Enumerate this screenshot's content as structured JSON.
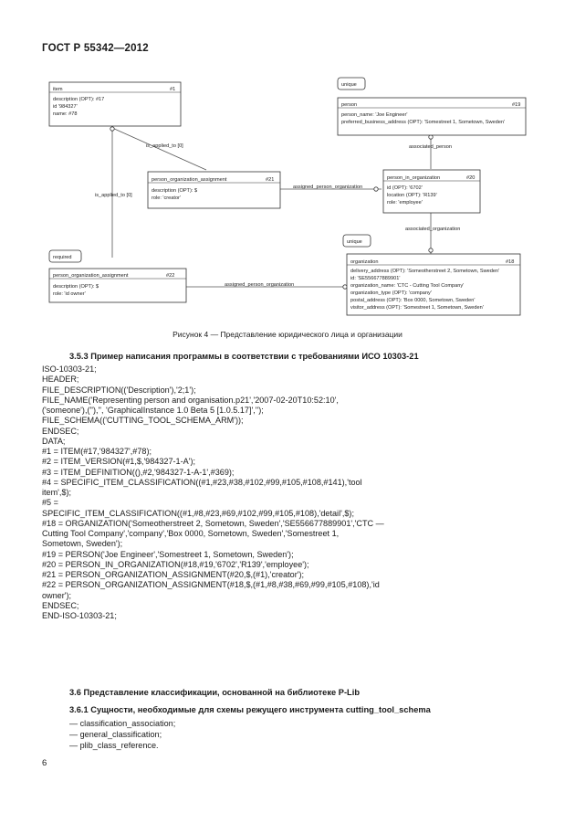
{
  "header": "ГОСТ Р 55342—2012",
  "diagram": {
    "item": {
      "name": "item",
      "id": "#1",
      "attrs": [
        "description (OPT): #17",
        "id '984327'",
        "name: #78"
      ]
    },
    "poa_top": {
      "name": "person_organization_assignment",
      "id": "#21",
      "attrs": [
        "description (OPT): $",
        "role: 'creator'"
      ]
    },
    "poa_bottom": {
      "name": "person_organization_assignment",
      "id": "#22",
      "attrs": [
        "description (OPT): $",
        "role: 'id owner'"
      ]
    },
    "person": {
      "name": "person",
      "id": "#19",
      "attrs": [
        "person_name: 'Joe Engineer'",
        "preferred_business_address (OPT): 'Somestreet 1, Sometown, Sweden'"
      ]
    },
    "pio": {
      "name": "person_in_organization",
      "id": "#20",
      "attrs": [
        "id (OPT): '6702'",
        "location (OPT): 'R139'",
        "role: 'employee'"
      ]
    },
    "organization": {
      "name": "organization",
      "id": "#18",
      "attrs": [
        "delivery_address (OPT): 'Someotherstreet 2, Sometown, Sweden'",
        "id: 'SE556677889901'",
        "organization_name: 'CTC - Cutting Tool Company'",
        "organization_type (OPT): 'company'",
        "postal_address (OPT): 'Box 0000, Sometown, Sweden'",
        "visitor_address (OPT): 'Somestreet 1, Sometown, Sweden'"
      ]
    },
    "tags": {
      "unique1": "unique",
      "unique2": "unique",
      "required": "required"
    },
    "labels": {
      "is_applied_to_1": "is_applied_to [0]",
      "is_applied_to_2": "is_applied_to [0]",
      "assigned_person_org_1": "assigned_person_organization",
      "assigned_person_org_2": "assigned_person_organization",
      "associated_person": "associated_person",
      "associated_organization": "associated_organization"
    }
  },
  "caption": "Рисунок 4 — Представление юридического лица и организации",
  "section_353": "3.5.3 Пример написания программы в соответствии с требованиями  ИСО 10303-21",
  "code_lines": [
    "ISO-10303-21;",
    "HEADER;",
    "FILE_DESCRIPTION(('Description'),'2;1');",
    "FILE_NAME('Representing person and organisation.p21','2007-02-20T10:52:10',",
    "('someone'),(''),'', 'GraphicalInstance 1.0 Beta 5 [1.0.5.17]','');",
    "FILE_SCHEMA(('CUTTING_TOOL_SCHEMA_ARM'));",
    "ENDSEC;",
    "DATA;",
    "#1 = ITEM(#17,'984327',#78);",
    "#2 = ITEM_VERSION(#1,$,'984327-1-A');",
    "#3 = ITEM_DEFINITION((),#2,'984327-1-A-1',#369);",
    "#4 = SPECIFIC_ITEM_CLASSIFICATION((#1,#23,#38,#102,#99,#105,#108,#141),'tool",
    "item',$);",
    "#5 =",
    "SPECIFIC_ITEM_CLASSIFICATION((#1,#8,#23,#69,#102,#99,#105,#108),'detail',$);",
    "#18 = ORGANIZATION('Someotherstreet 2, Sometown, Sweden','SE556677889901','CTC —",
    "Cutting Tool Company','company','Box 0000, Sometown, Sweden','Somestreet 1,",
    "Sometown, Sweden');",
    "#19 = PERSON('Joe Engineer','Somestreet 1, Sometown, Sweden');",
    "#20 = PERSON_IN_ORGANIZATION(#18,#19,'6702','R139','employee');",
    "#21 = PERSON_ORGANIZATION_ASSIGNMENT(#20,$,(#1),'creator');",
    "#22 = PERSON_ORGANIZATION_ASSIGNMENT(#18,$,(#1,#8,#38,#69,#99,#105,#108),'id",
    "owner');",
    "ENDSEC;",
    "END-ISO-10303-21;"
  ],
  "section_36": "3.6 Представление классификации, основанной на библиотеке  P-Lib",
  "section_361": "3.6.1 Сущности, необходимые для схемы режущего инструмента cutting_tool_schema",
  "list_items": [
    "— classification_association;",
    "— general_classification;",
    "— plib_class_reference."
  ],
  "page_number": "6"
}
